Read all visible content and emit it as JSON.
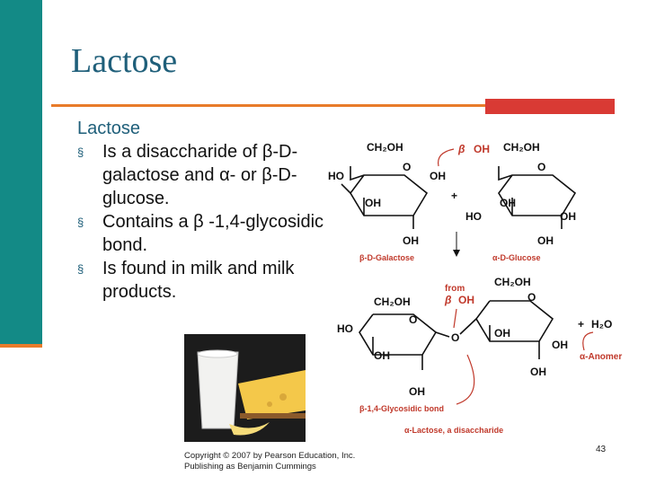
{
  "slide": {
    "title": "Lactose",
    "heading": "Lactose",
    "bullets": [
      "Is a disaccharide of β-D-galactose and α- or β-D-glucose.",
      "Contains a β -1,4-glycosidic bond.",
      "Is found in milk and milk products."
    ],
    "bullet_marker": "§",
    "copyright_line1": "Copyright © 2007 by Pearson Education, Inc.",
    "copyright_line2": "Publishing as Benjamin Cummings",
    "page_number": "43"
  },
  "diagram": {
    "galactose_top": "CH₂OH",
    "beta_label": "β",
    "oh_label": "OH",
    "glucose_top": "CH₂OH",
    "galactose_name": "β-D-Galactose",
    "glucose_name": "α-D-Glucose",
    "from_label": "from",
    "h2o_label": "H₂O",
    "plus": "+",
    "anomer_label": "α-Anomer",
    "bond_label": "β-1,4-Glycosidic bond",
    "lactose_label": "α-Lactose, a disaccharide"
  },
  "colors": {
    "teal": "#138a86",
    "orange": "#e87b2a",
    "red_accent": "#d93a34",
    "title_blue": "#1f5f7a",
    "diagram_red": "#c0392b"
  }
}
